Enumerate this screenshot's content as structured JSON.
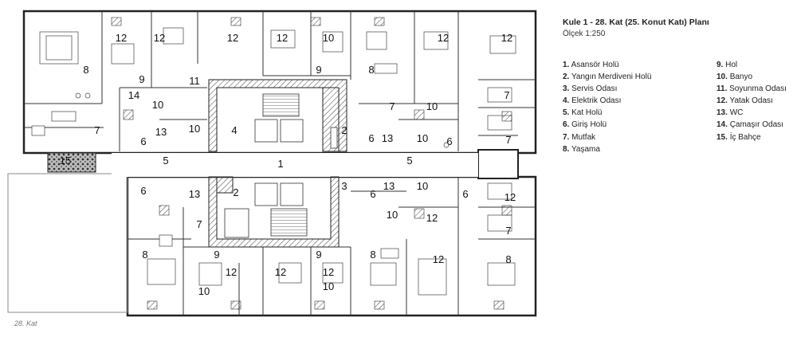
{
  "legend": {
    "title": "Kule 1 - 28. Kat (25. Konut Katı) Planı",
    "scale": "Ölçek 1:250",
    "items": [
      {
        "num": "1.",
        "label": "Asansör Holü"
      },
      {
        "num": "2.",
        "label": "Yangın Merdiveni Holü"
      },
      {
        "num": "3.",
        "label": "Servis Odası"
      },
      {
        "num": "4.",
        "label": "Elektrik Odası"
      },
      {
        "num": "5.",
        "label": "Kat Holü"
      },
      {
        "num": "6.",
        "label": "Giriş Holü"
      },
      {
        "num": "7.",
        "label": "Mutfak"
      },
      {
        "num": "8.",
        "label": "Yaşama"
      },
      {
        "num": "9.",
        "label": "Hol"
      },
      {
        "num": "10.",
        "label": "Banyo"
      },
      {
        "num": "11.",
        "label": "Soyunma Odası"
      },
      {
        "num": "12.",
        "label": "Yatak Odası"
      },
      {
        "num": "13.",
        "label": "WC"
      },
      {
        "num": "14.",
        "label": "Çamaşır Odası"
      },
      {
        "num": "15.",
        "label": "İç Bahçe"
      }
    ]
  },
  "caption": "28. Kat",
  "room_labels": [
    {
      "n": "12"
    },
    {
      "n": "12"
    },
    {
      "n": "12"
    },
    {
      "n": "12"
    },
    {
      "n": "10"
    },
    {
      "n": "12"
    },
    {
      "n": "12"
    },
    {
      "n": "8"
    },
    {
      "n": "9"
    },
    {
      "n": "9"
    },
    {
      "n": "8"
    },
    {
      "n": "11"
    },
    {
      "n": "14"
    },
    {
      "n": "10"
    },
    {
      "n": "7"
    },
    {
      "n": "13"
    },
    {
      "n": "10"
    },
    {
      "n": "4"
    },
    {
      "n": "6"
    },
    {
      "n": "2"
    },
    {
      "n": "6"
    },
    {
      "n": "13"
    },
    {
      "n": "10"
    },
    {
      "n": "6"
    },
    {
      "n": "7"
    },
    {
      "n": "10"
    },
    {
      "n": "7"
    },
    {
      "n": "15"
    },
    {
      "n": "5"
    },
    {
      "n": "1"
    },
    {
      "n": "5"
    },
    {
      "n": "7"
    },
    {
      "n": "6"
    },
    {
      "n": "2"
    },
    {
      "n": "13"
    },
    {
      "n": "3"
    },
    {
      "n": "6"
    },
    {
      "n": "13"
    },
    {
      "n": "10"
    },
    {
      "n": "6"
    },
    {
      "n": "12"
    },
    {
      "n": "7"
    },
    {
      "n": "10"
    },
    {
      "n": "12"
    },
    {
      "n": "7"
    },
    {
      "n": "8"
    },
    {
      "n": "9"
    },
    {
      "n": "12"
    },
    {
      "n": "9"
    },
    {
      "n": "8"
    },
    {
      "n": "12"
    },
    {
      "n": "8"
    },
    {
      "n": "10"
    },
    {
      "n": "12"
    },
    {
      "n": "12"
    },
    {
      "n": "10"
    }
  ]
}
